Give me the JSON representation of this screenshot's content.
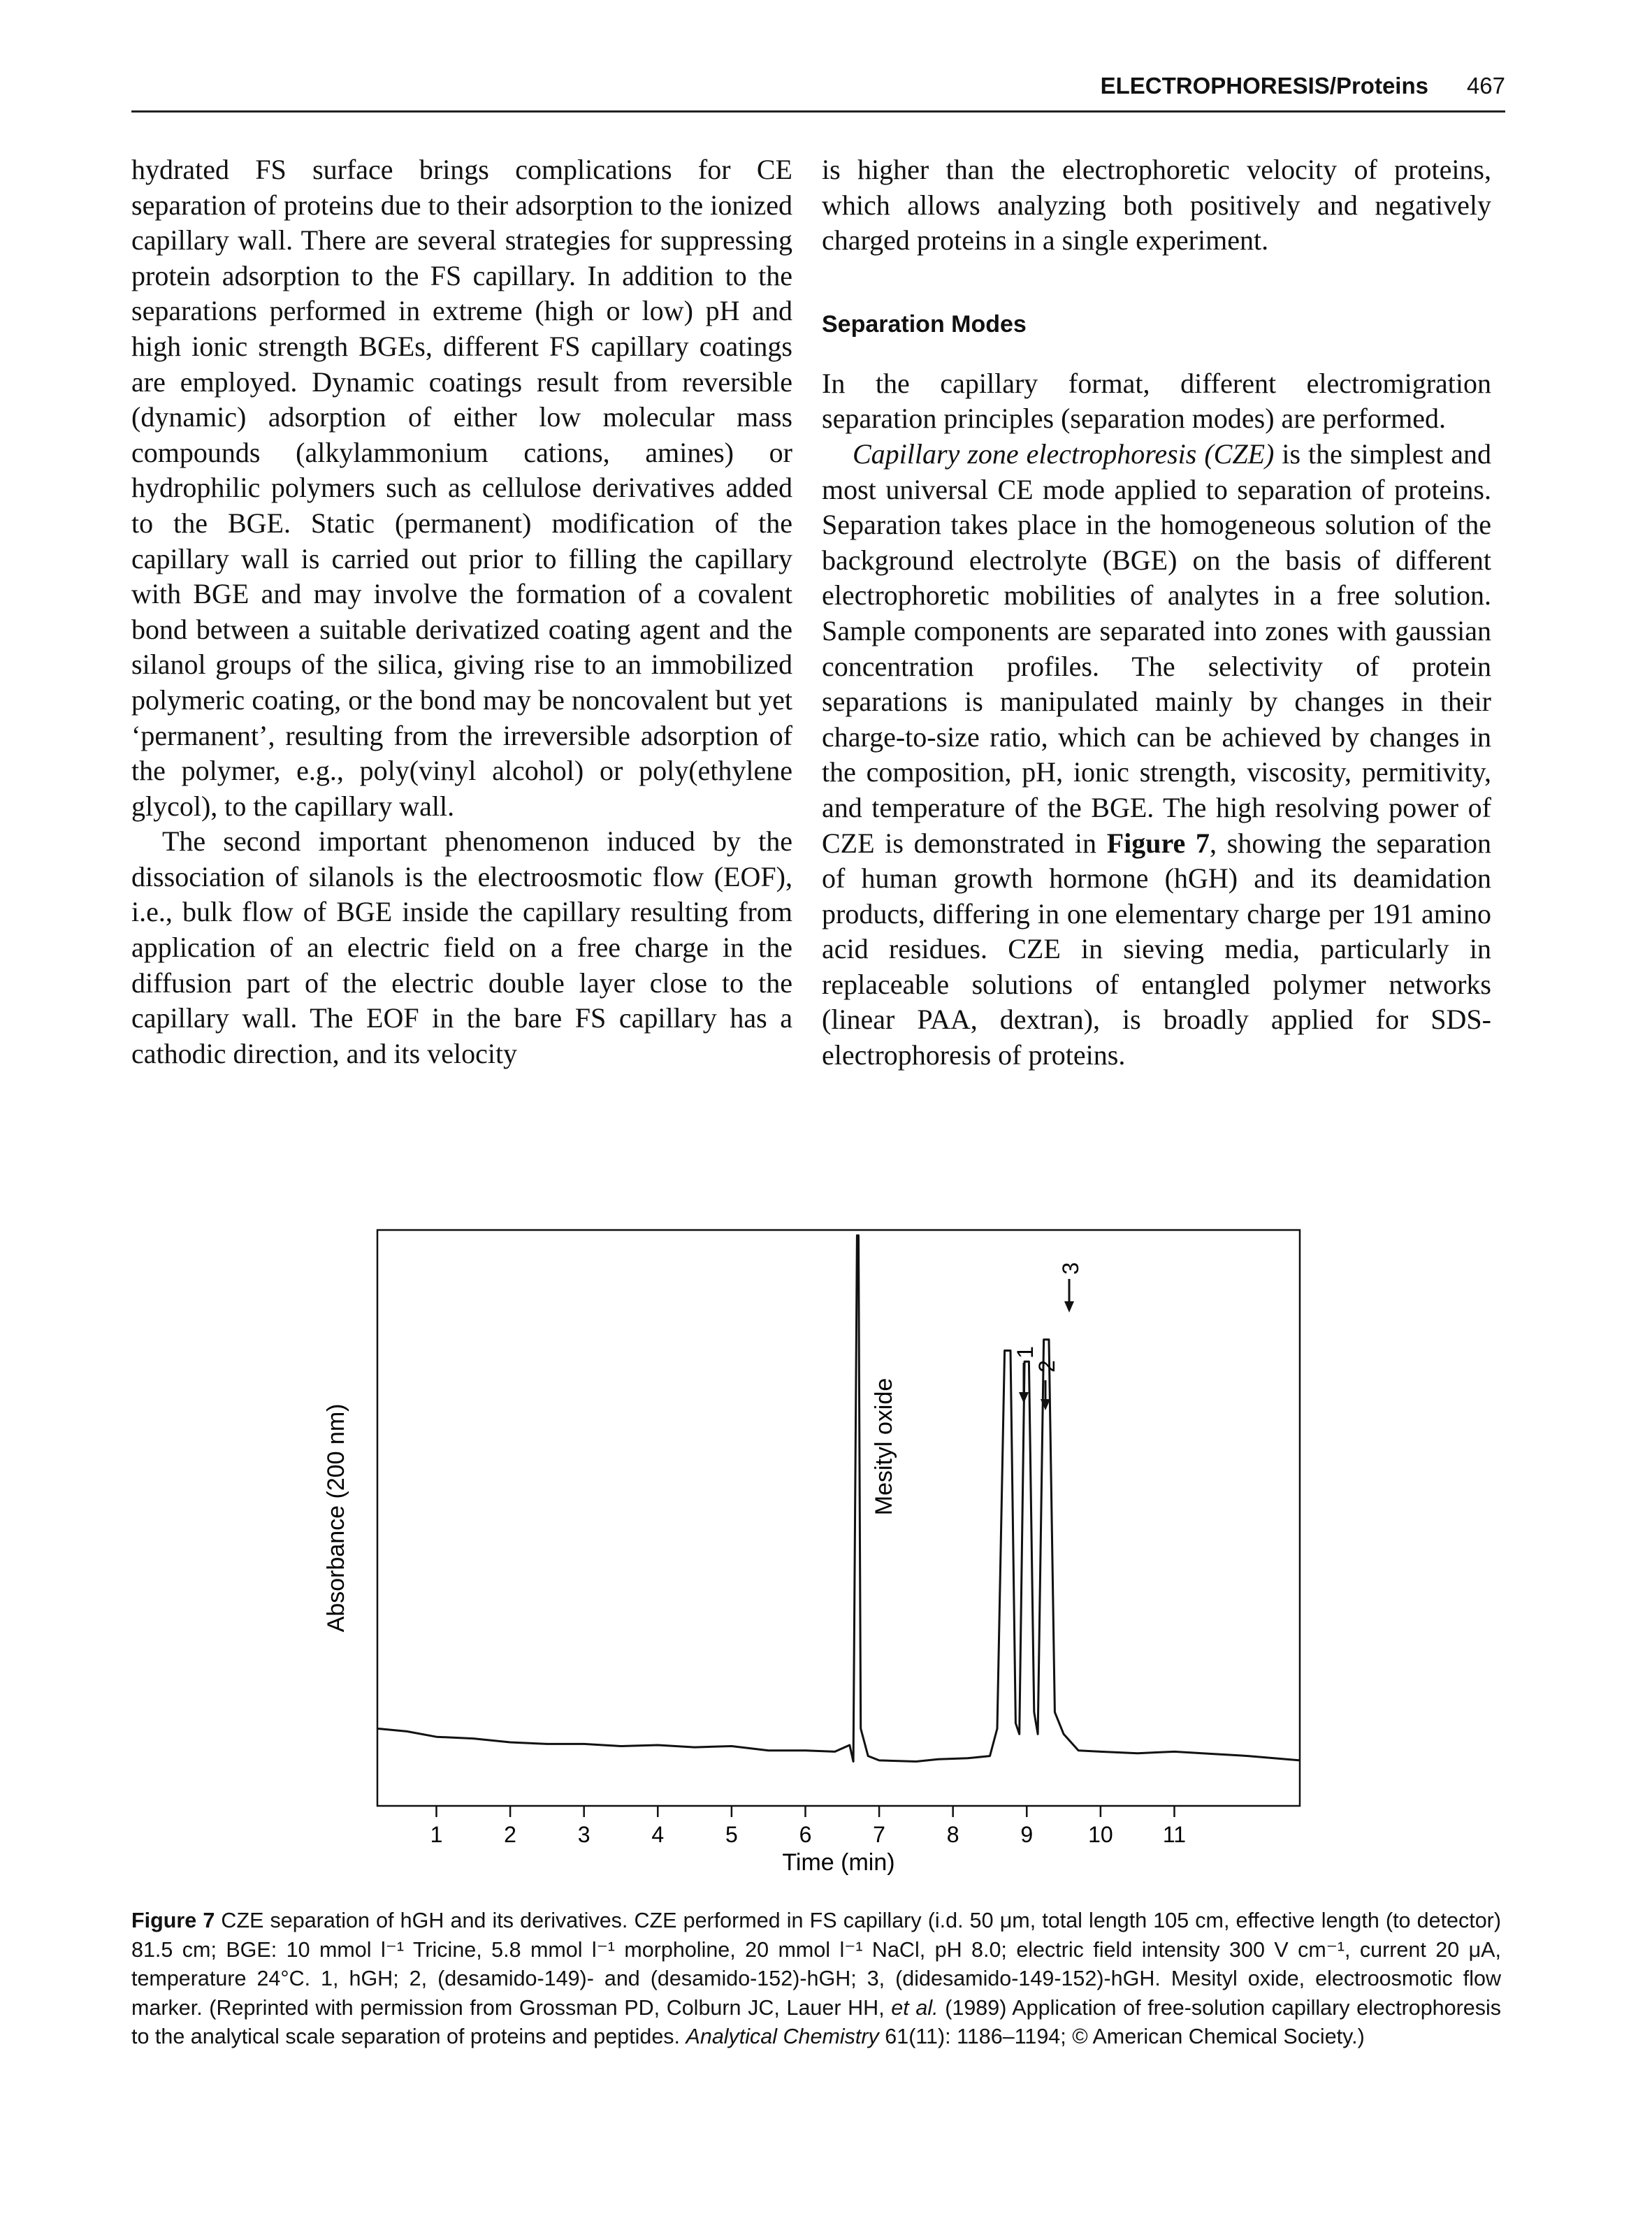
{
  "header": {
    "running_title": "ELECTROPHORESIS/Proteins",
    "page_number": "467"
  },
  "left_column": {
    "p1": "hydrated FS surface brings complications for CE separation of proteins due to their adsorption to the ionized capillary wall. There are several strategies for suppressing protein adsorption to the FS capillary. In addition to the separations performed in extreme (high or low) pH and high ionic strength BGEs, different FS capillary coatings are employed. Dynamic coatings result from reversible (dynamic) adsorption of either low molecular mass compounds (alkylammonium cations, amines) or hydrophilic polymers such as cellulose derivatives added to the BGE. Static (permanent) modification of the capillary wall is carried out prior to filling the capillary with BGE and may involve the formation of a covalent bond between a suitable derivatized coating agent and the silanol groups of the silica, giving rise to an immobilized polymeric coating, or the bond may be noncovalent but yet ‘permanent’, resulting from the irreversible adsorption of the polymer, e.g., poly(vinyl alcohol) or poly(ethylene glycol), to the capillary wall.",
    "p2": "The second important phenomenon induced by the dissociation of silanols is the electroosmotic flow (EOF), i.e., bulk flow of BGE inside the capillary resulting from application of an electric field on a free charge in the diffusion part of the electric double layer close to the capillary wall. The EOF in the bare FS capillary has a cathodic direction, and its velocity"
  },
  "right_column": {
    "p1": "is higher than the electrophoretic velocity of proteins, which allows analyzing both positively and negatively charged proteins in a single experiment.",
    "section_heading": "Separation Modes",
    "p2": "In the capillary format, different electromigration separation principles (separation modes) are performed.",
    "p3_term": "Capillary zone electrophoresis (CZE)",
    "p3_a": " is the simplest and most universal CE mode applied to separation of proteins. Separation takes place in the homogeneous solution of the background electrolyte (BGE) on the basis of different electrophoretic mobilities of analytes in a free solution. Sample components are separated into zones with gaussian concentration profiles. The selectivity of protein separations is manipulated mainly by changes in their charge-to-size ratio, which can be achieved by changes in the composition, pH, ionic strength, viscosity, permitivity, and temperature of the BGE. The high resolving power of CZE is demonstrated in ",
    "p3_figref": "Figure 7",
    "p3_b": ", showing the separation of human growth hormone (hGH) and its deamidation products, differing in one elementary charge per 191 amino acid residues. CZE in sieving media, particularly in replaceable solutions of entangled polymer networks (linear PAA, dextran), is broadly applied for SDS-electrophoresis of proteins."
  },
  "figure": {
    "caption_label": "Figure 7",
    "caption_text_1": "   CZE separation of hGH and its derivatives. CZE performed in FS capillary (i.d. 50 μm, total length 105 cm, effective length (to detector) 81.5 cm; BGE: 10 mmol l⁻¹ Tricine, 5.8 mmol l⁻¹ morpholine, 20 mmol l⁻¹ NaCl, pH 8.0; electric field intensity 300 V cm⁻¹, current 20 μA, temperature 24°C. 1, hGH; 2, (desamido-149)- and (desamido-152)-hGH; 3, (didesamido-149-152)-hGH. Mesityl oxide, electroosmotic flow marker. (Reprinted with permission from Grossman PD, Colburn JC, Lauer HH, ",
    "caption_etal": "et al.",
    "caption_text_2": " (1989) Application of free-solution capillary electrophoresis to the analytical scale separation of proteins and peptides. ",
    "caption_journal": "Analytical Chemistry",
    "caption_text_3": " 61(11): 1186–1194; © American Chemical Society.)"
  },
  "chart_data": {
    "type": "line",
    "title": "",
    "xlabel": "Time (min)",
    "ylabel": "Absorbance (200 nm)",
    "xlim": [
      0.2,
      12.7
    ],
    "ylim": [
      0,
      1
    ],
    "x_ticks": [
      1,
      2,
      3,
      4,
      5,
      6,
      7,
      8,
      9,
      10,
      11
    ],
    "grid": false,
    "legend": "none",
    "annotations": [
      {
        "text": "Mesityl oxide",
        "x": 6.5
      },
      {
        "text": "1",
        "x": 8.75
      },
      {
        "text": "2",
        "x": 9.0
      },
      {
        "text": "3",
        "x": 9.3
      }
    ],
    "series": [
      {
        "points": [
          [
            0.2,
            0.09
          ],
          [
            0.6,
            0.085
          ],
          [
            1.0,
            0.075
          ],
          [
            1.5,
            0.072
          ],
          [
            2.0,
            0.065
          ],
          [
            2.5,
            0.062
          ],
          [
            3.0,
            0.062
          ],
          [
            3.5,
            0.058
          ],
          [
            4.0,
            0.06
          ],
          [
            4.5,
            0.056
          ],
          [
            5.0,
            0.058
          ],
          [
            5.5,
            0.05
          ],
          [
            6.0,
            0.05
          ],
          [
            6.4,
            0.048
          ],
          [
            6.6,
            0.06
          ],
          [
            6.65,
            0.03
          ],
          [
            6.7,
            0.99
          ],
          [
            6.72,
            0.99
          ],
          [
            6.75,
            0.09
          ],
          [
            6.85,
            0.04
          ],
          [
            7.0,
            0.032
          ],
          [
            7.5,
            0.03
          ],
          [
            7.8,
            0.034
          ],
          [
            8.2,
            0.036
          ],
          [
            8.5,
            0.04
          ],
          [
            8.6,
            0.09
          ],
          [
            8.7,
            0.78
          ],
          [
            8.78,
            0.78
          ],
          [
            8.85,
            0.1
          ],
          [
            8.9,
            0.08
          ],
          [
            8.97,
            0.76
          ],
          [
            9.03,
            0.76
          ],
          [
            9.1,
            0.12
          ],
          [
            9.15,
            0.08
          ],
          [
            9.23,
            0.8
          ],
          [
            9.3,
            0.8
          ],
          [
            9.38,
            0.12
          ],
          [
            9.5,
            0.08
          ],
          [
            9.7,
            0.05
          ],
          [
            10.0,
            0.048
          ],
          [
            10.5,
            0.045
          ],
          [
            11.0,
            0.048
          ],
          [
            11.5,
            0.044
          ],
          [
            12.0,
            0.04
          ],
          [
            12.7,
            0.032
          ]
        ]
      }
    ]
  }
}
